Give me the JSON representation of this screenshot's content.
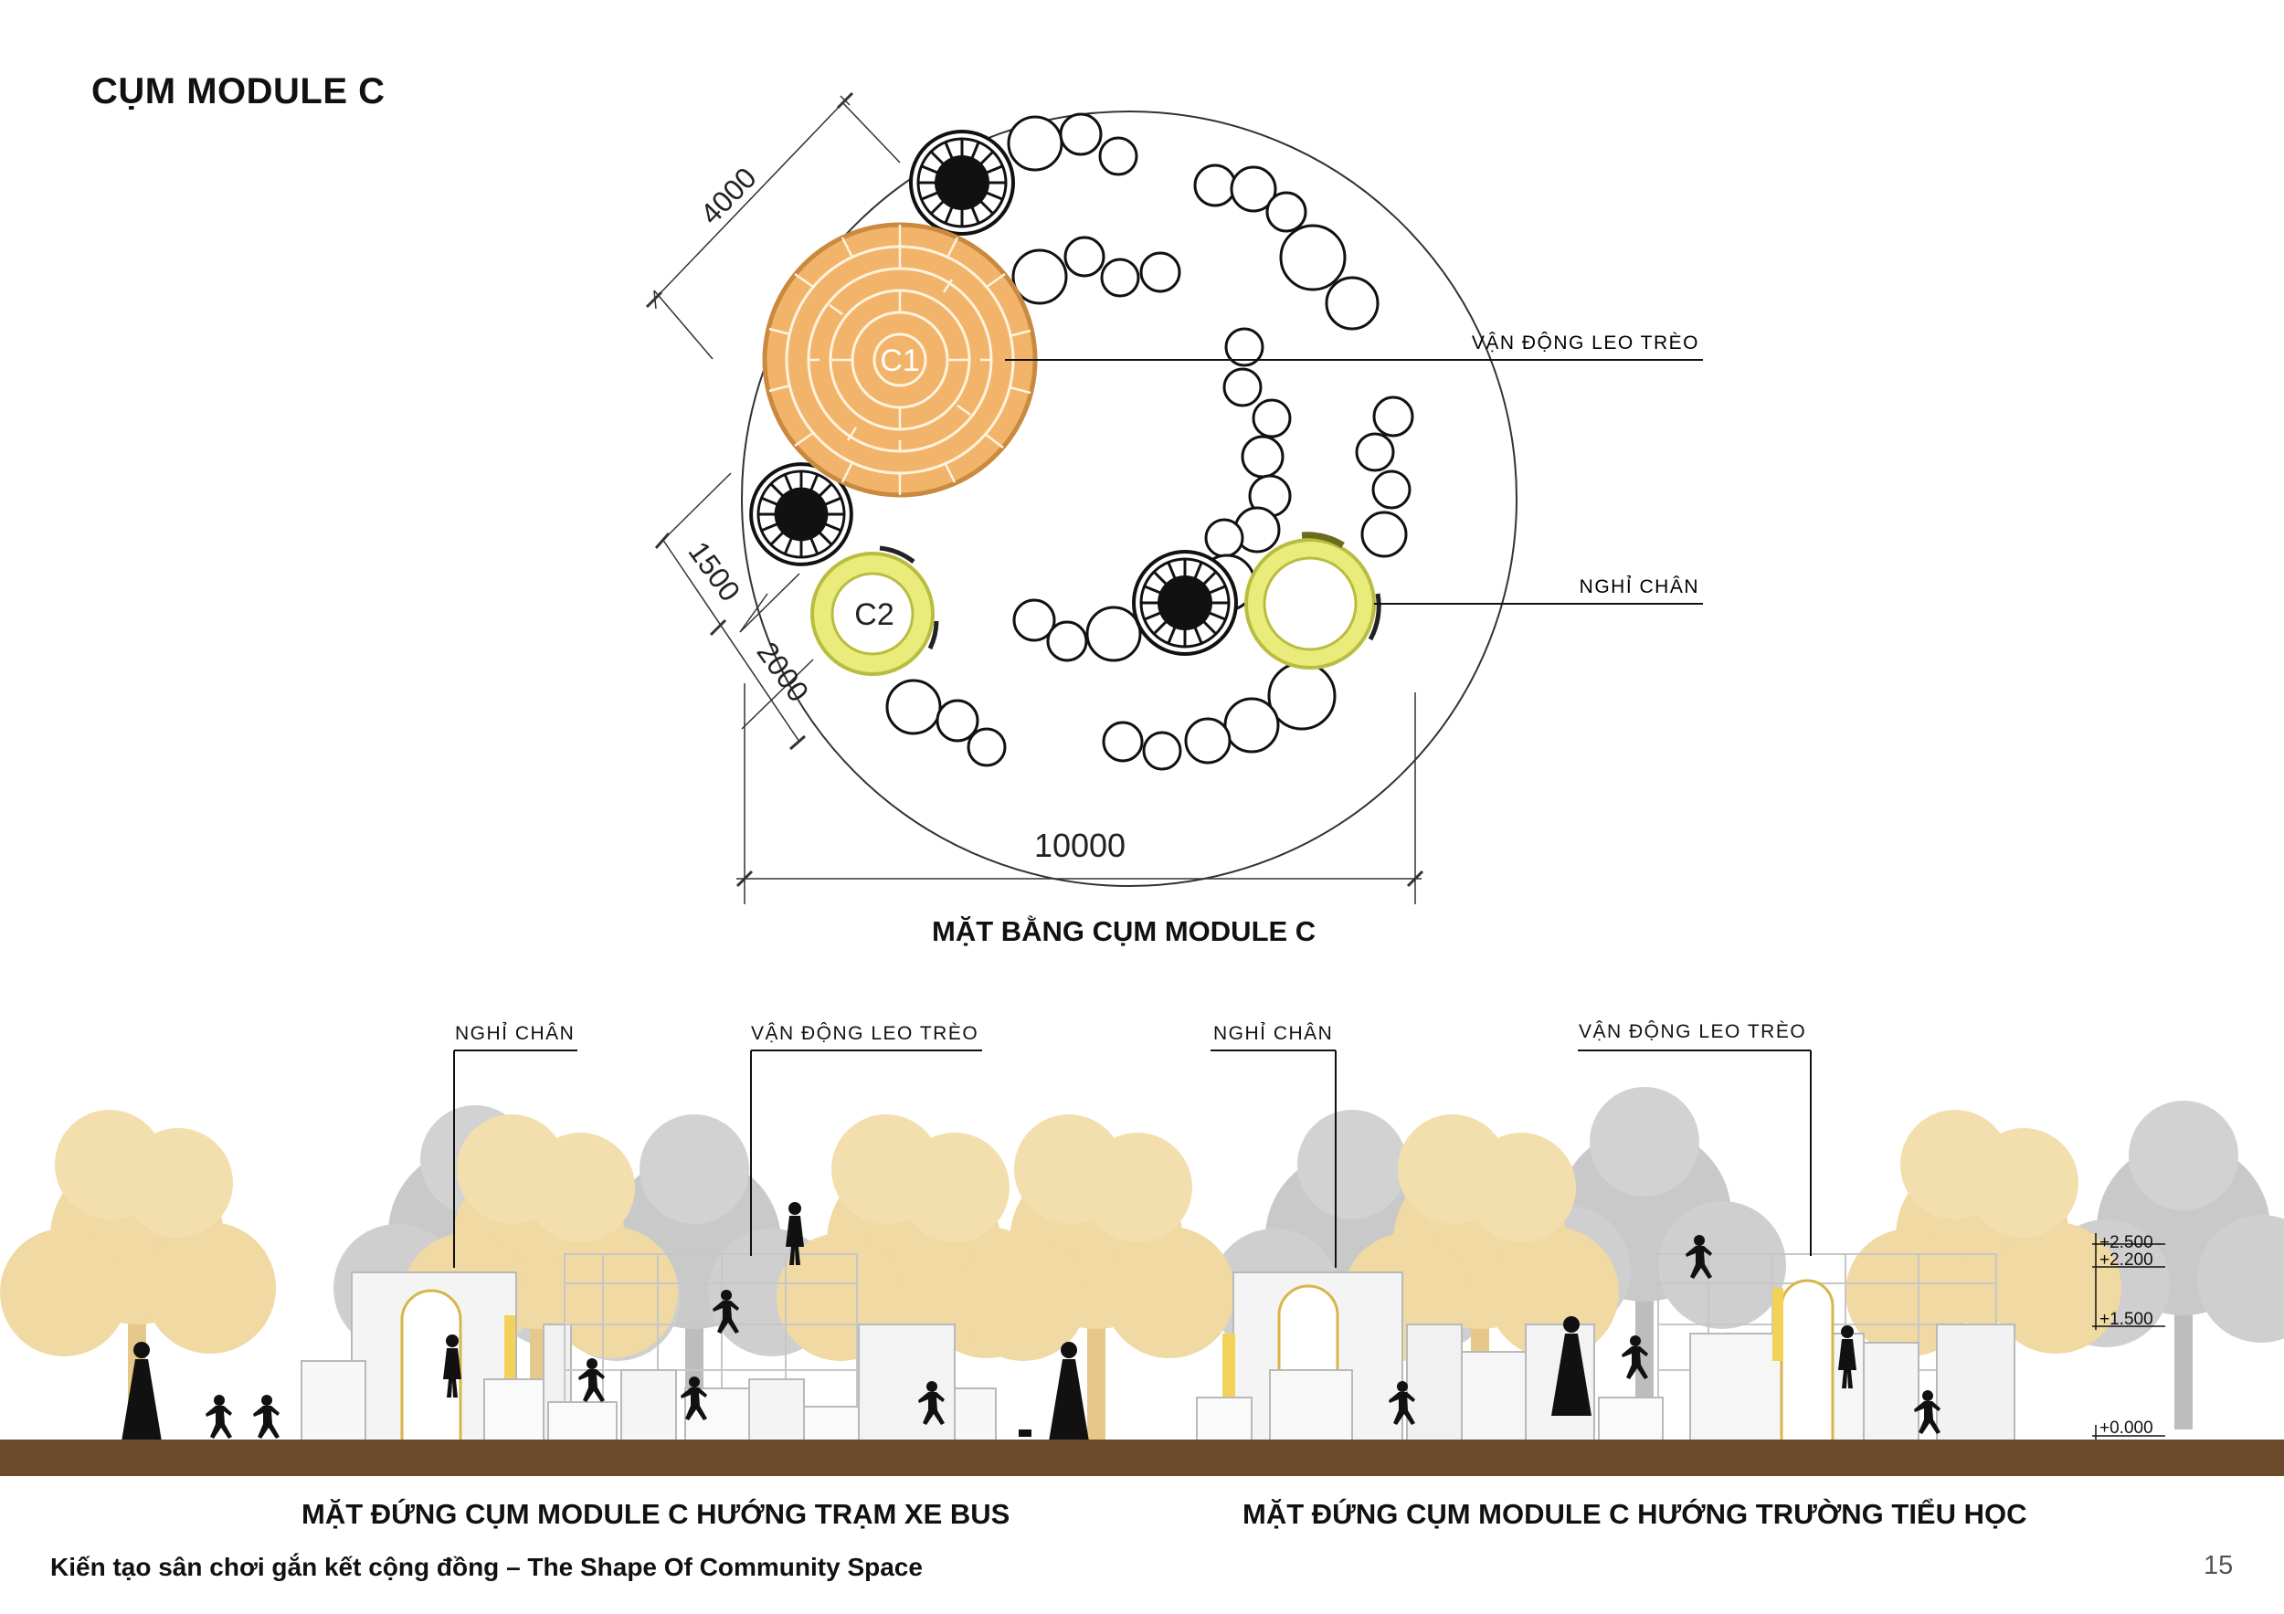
{
  "page_title": "CỤM MODULE C",
  "plan": {
    "caption": "MẶT BẰNG CỤM MODULE C",
    "dimensions": {
      "d1": "4000",
      "d2": "1500",
      "d3": "2000",
      "d4": "10000"
    },
    "labels": {
      "c1": "C1",
      "c2": "C2",
      "callout_climb": "VẬN ĐỘNG LEO TRÈO",
      "callout_rest": "NGHỈ CHÂN"
    },
    "colors": {
      "c1_fill": "#f2b46a",
      "c1_stroke": "#c98a3f",
      "c2_fill": "#e9ec7a",
      "c2_stroke": "#b9bd3f"
    }
  },
  "elevation": {
    "callouts": [
      {
        "label": "NGHỈ CHÂN"
      },
      {
        "label": "VẬN ĐỘNG LEO TRÈO"
      },
      {
        "label": "NGHỈ CHÂN"
      },
      {
        "label": "VẬN ĐỘNG LEO TRÈO"
      }
    ],
    "levels": [
      "+2.500",
      "+2.200",
      "+1.500",
      "+0.000"
    ],
    "caption_bus": "MẶT ĐỨNG CỤM MODULE C HƯỚNG TRẠM XE BUS",
    "caption_school": "MẶT ĐỨNG CỤM MODULE C HƯỚNG TRƯỜNG TIỂU HỌC",
    "colors": {
      "ground": "#6b4a2b",
      "tree_yellow": "#f0d9a2",
      "tree_grey": "#c9c9c9",
      "accent_yellow": "#f3d25a"
    }
  },
  "footer": {
    "text": "Kiến tạo sân chơi gắn kết cộng đồng – The Shape Of Community Space",
    "page": "15"
  }
}
